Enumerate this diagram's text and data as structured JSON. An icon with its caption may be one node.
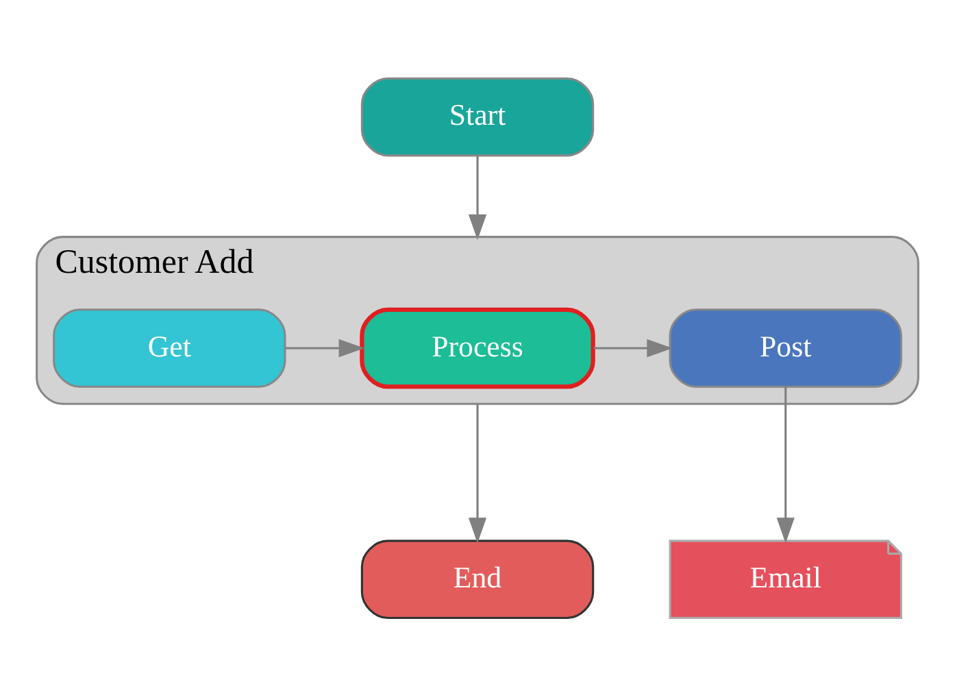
{
  "diagram": {
    "nodes": [
      {
        "text": [
          "Start"
        ]
      },
      {
        "text": [
          "Customer Add"
        ]
      },
      {
        "text": [
          "Get"
        ],
        "in": 1
      },
      {
        "text": [
          "Process"
        ],
        "in": 1
      },
      {
        "text": [
          "Post"
        ],
        "in": 1
      },
      {
        "text": [
          "Email"
        ]
      },
      {
        "text": [
          "End"
        ]
      }
    ],
    "edges": [
      {
        "from": 0,
        "to": 1,
        "arrow": "to"
      },
      {
        "from": 2,
        "to": 3,
        "arrow": "to"
      },
      {
        "from": 3,
        "to": 4,
        "arrow": "to"
      },
      {
        "from": 4,
        "to": 5,
        "arrow": "to"
      },
      {
        "from": 1,
        "to": 6,
        "arrow": "to"
      }
    ]
  }
}
